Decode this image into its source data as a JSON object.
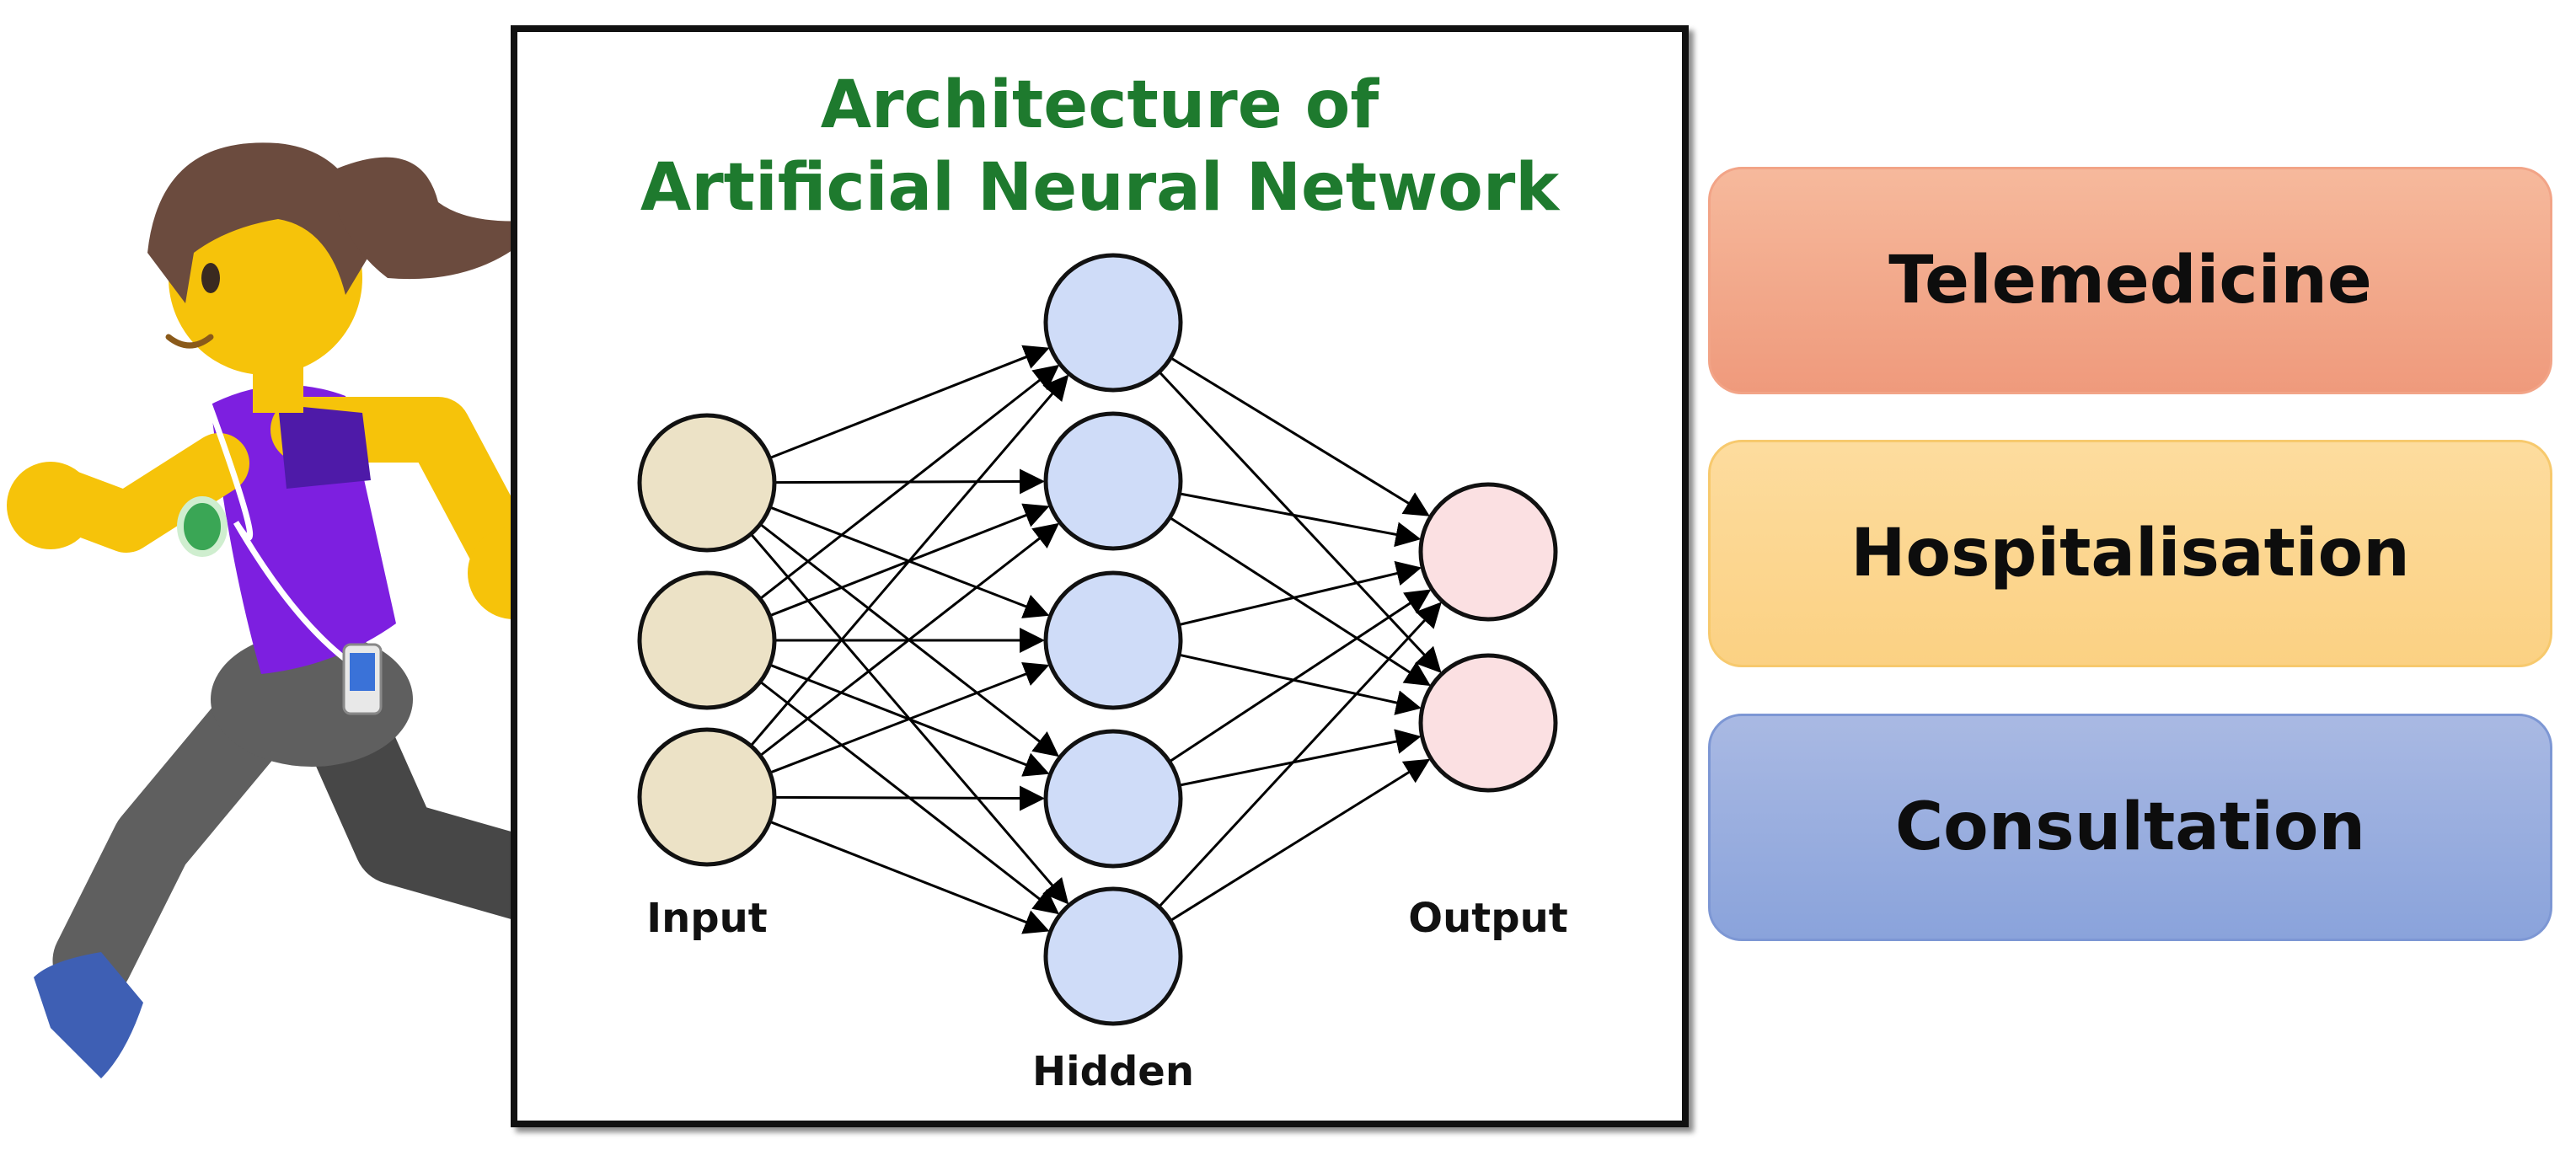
{
  "title_lines": [
    "Architecture of",
    "Artificial Neural Network"
  ],
  "layers": {
    "input": {
      "label": "Input",
      "neurons": 3,
      "color": "#ece2c6"
    },
    "hidden": {
      "label": "Hidden",
      "neurons": 5,
      "color": "#cfdcf8"
    },
    "output": {
      "label": "Output",
      "neurons": 2,
      "color": "#fbe0e2"
    }
  },
  "title_color": "#1e7a2e",
  "outcomes": [
    {
      "label": "Telemedicine",
      "color": "#f2a487"
    },
    {
      "label": "Hospitalisation",
      "color": "#fcd48a"
    },
    {
      "label": "Consultation",
      "color": "#93a9de"
    }
  ]
}
